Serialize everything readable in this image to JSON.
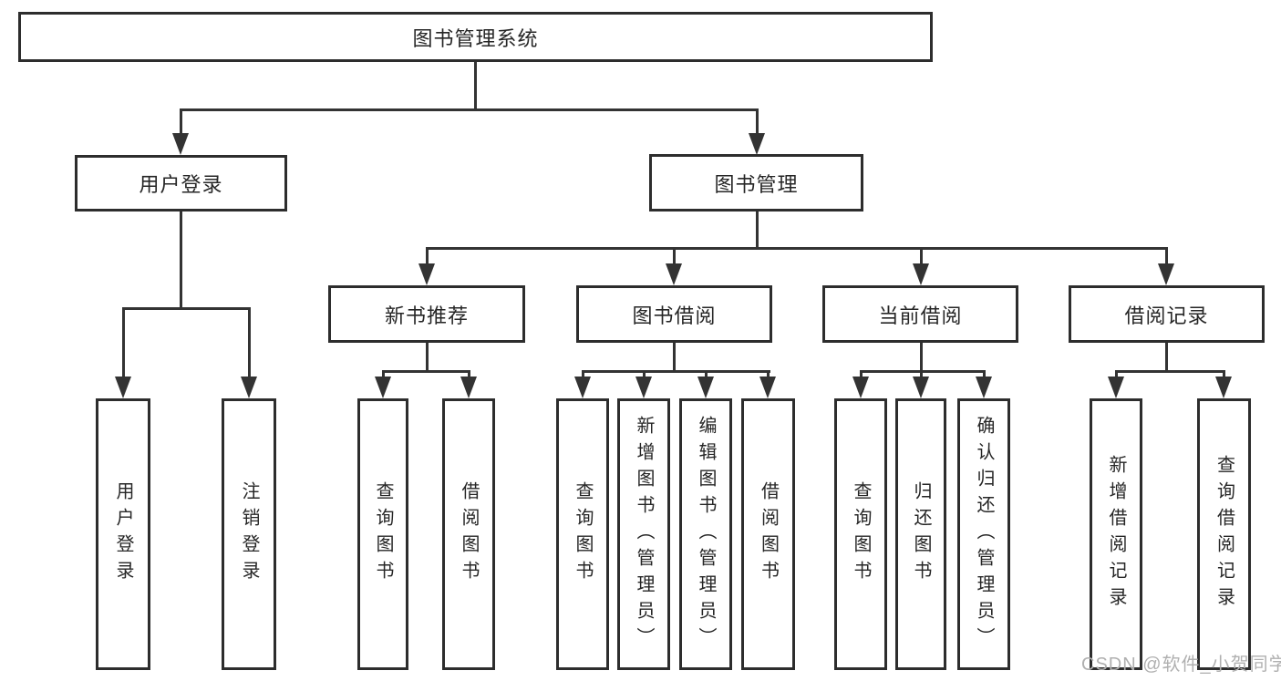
{
  "tree": {
    "root": "图书管理系统",
    "branches": [
      {
        "label": "用户登录",
        "children": [
          "用户登录",
          "注销登录"
        ]
      },
      {
        "label": "图书管理",
        "groups": [
          {
            "label": "新书推荐",
            "children": [
              "查询图书",
              "借阅图书"
            ]
          },
          {
            "label": "图书借阅",
            "children": [
              "查询图书",
              "新增图书（管理员）",
              "编辑图书（管理员）",
              "借阅图书"
            ]
          },
          {
            "label": "当前借阅",
            "children": [
              "查询图书",
              "归还图书",
              "确认归还（管理员）"
            ]
          },
          {
            "label": "借阅记录",
            "children": [
              "新增借阅记录",
              "查询借阅记录"
            ]
          }
        ]
      }
    ]
  },
  "watermark": {
    "text": "CSDN @软件_小贺同学",
    "color": "#b0b0b0"
  },
  "colors": {
    "line": "#333333",
    "box_border": "#2d2d2d",
    "text": "#262626",
    "background": "#ffffff"
  }
}
